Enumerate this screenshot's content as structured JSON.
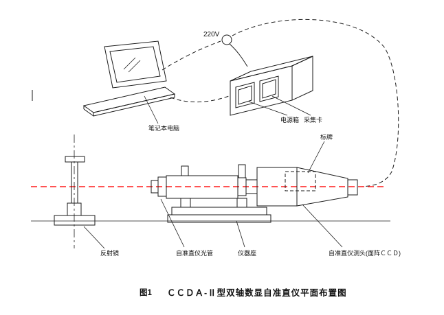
{
  "figure": {
    "caption_prefix": "图1",
    "caption": "ＣＣＤＡ-Ⅱ型双轴数显自准直仪平面布置图"
  },
  "labels": {
    "voltage": "220V",
    "laptop": "笔记本电脑",
    "power_box": "电源箱",
    "capture_card": "采集卡",
    "nameplate": "标牌",
    "reflector": "反射镜",
    "collimator_tube": "自准直仪光管",
    "instrument_base": "仪器座",
    "probe_head": "自准直仪测头(面阵ＣＣＤ)"
  },
  "colors": {
    "line": "#1a1a1a",
    "optical_axis": "#ff1a1a",
    "background": "#ffffff"
  }
}
